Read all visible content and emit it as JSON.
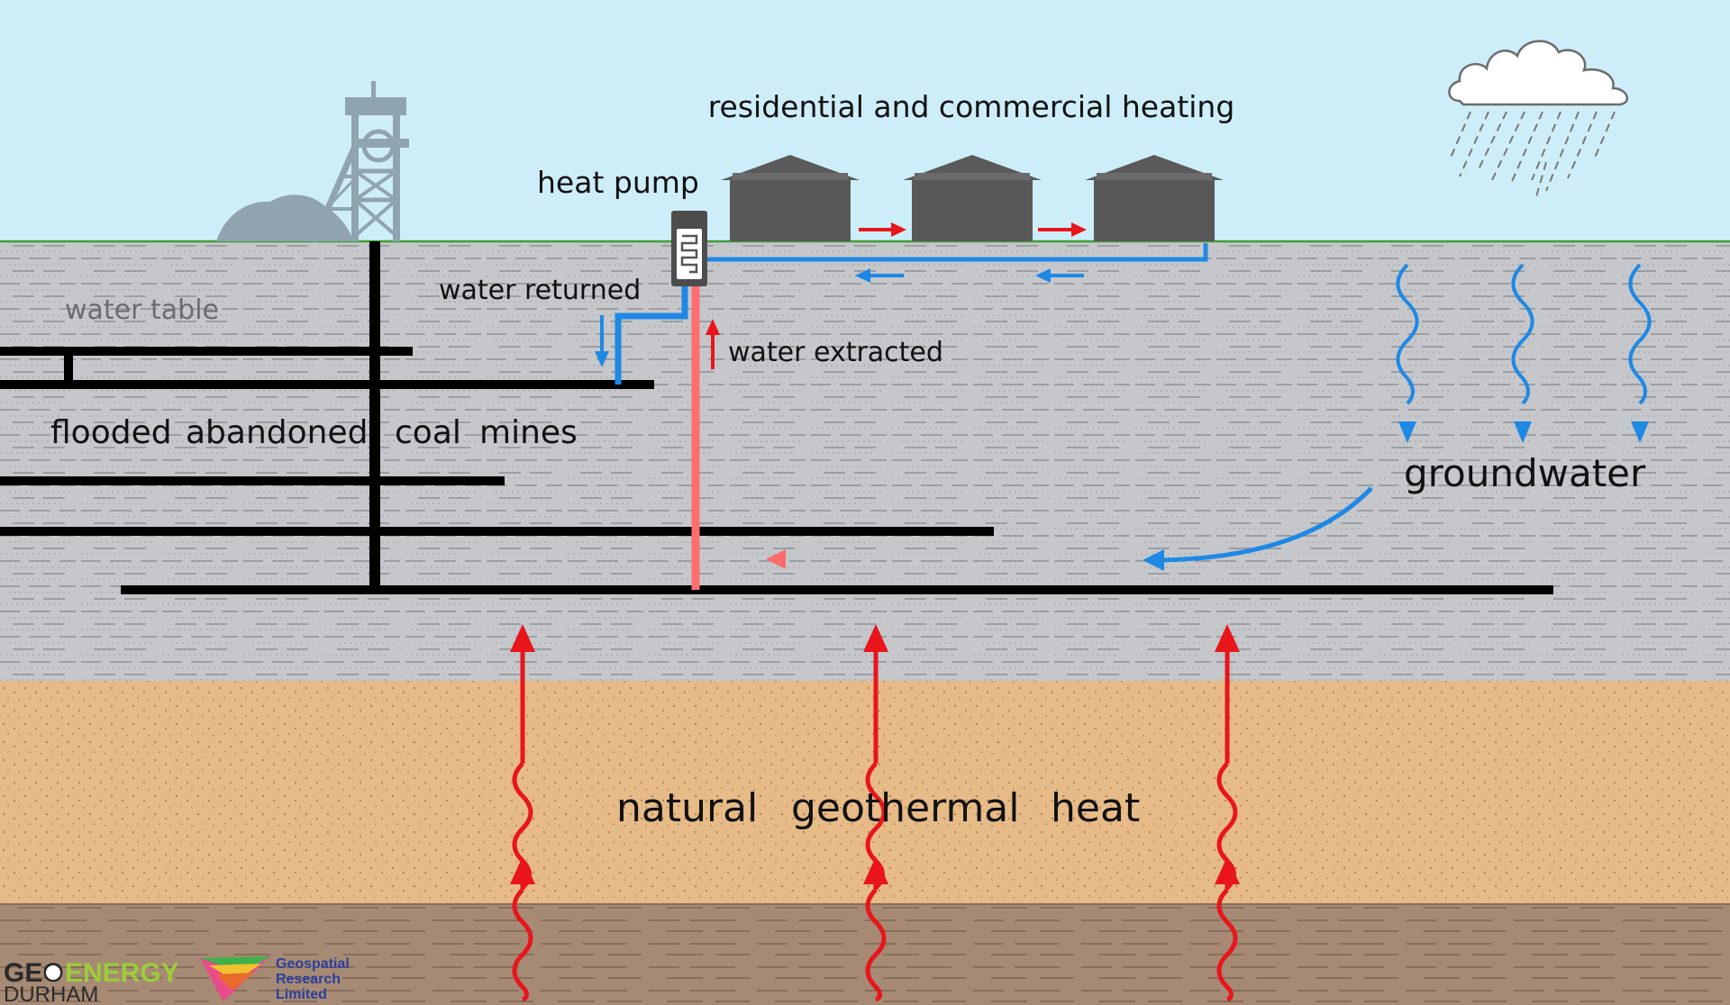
{
  "labels": {
    "residential": "residential and commercial heating",
    "heat_pump": "heat pump",
    "water_returned": "water returned",
    "water_extracted": "water extracted",
    "water_table": "water table",
    "flooded": "flooded",
    "abandoned": "abandoned",
    "coal": "coal",
    "mines": "mines",
    "groundwater": "groundwater",
    "natural": "natural",
    "geothermal": "geothermal",
    "heat": "heat"
  },
  "logos": {
    "geoenergy_geo": "GEO",
    "geoenergy_energy": "ENERGY",
    "geoenergy_durham": "DURHAM",
    "grl_line1": "Geospatial",
    "grl_line2": "Research",
    "grl_line3": "Limited"
  },
  "colors": {
    "sky": "#cdeef9",
    "mine_rock": "#c5c7ca",
    "sandstone": "#e7bb87",
    "bedrock": "#a68a74",
    "hot_water": "#e8151b",
    "cold_water": "#1e88e5",
    "building": "#555555",
    "tunnels": "#000000"
  },
  "icons": [
    "headframe-icon",
    "spoil-heap-icon",
    "rain-cloud-icon",
    "heat-exchanger-icon",
    "house-icon"
  ]
}
